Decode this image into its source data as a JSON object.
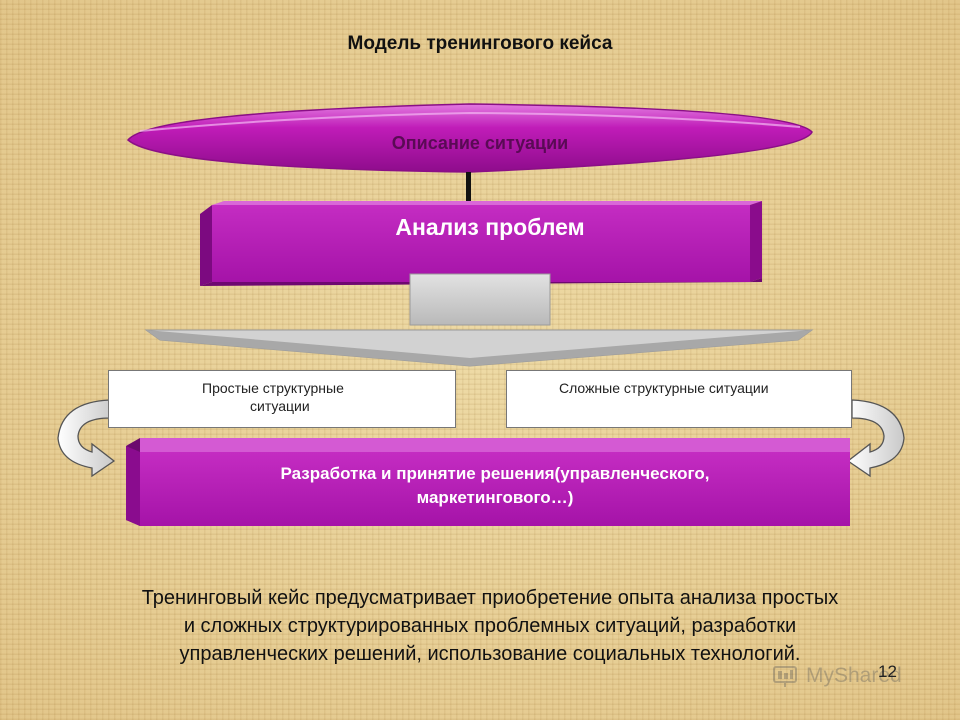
{
  "title": "Модель тренингового кейса",
  "nodes": {
    "situation_description": "Описание ситуации",
    "problem_analysis": "Анализ проблем",
    "simple_line1": "Простые структурные",
    "simple_line2": "ситуации",
    "complex": "Сложные структурные ситуации",
    "decision_line1": "Разработка и принятие решения(управленческого,",
    "decision_line2": "маркетингового…)"
  },
  "body_text": {
    "line1": "Тренинговый кейс предусматривает приобретение опыта анализа простых",
    "line2": "и сложных структурированных проблемных ситуаций, разработки",
    "line3": "управленческих решений, использование социальных технологий."
  },
  "page_number": "12",
  "watermark": "MyShared",
  "colors": {
    "magenta": "#b21ab2",
    "magenta_dark": "#7c0a80",
    "ellipse": "#c01cb8",
    "arrow_gray": "#c8c8c8"
  }
}
